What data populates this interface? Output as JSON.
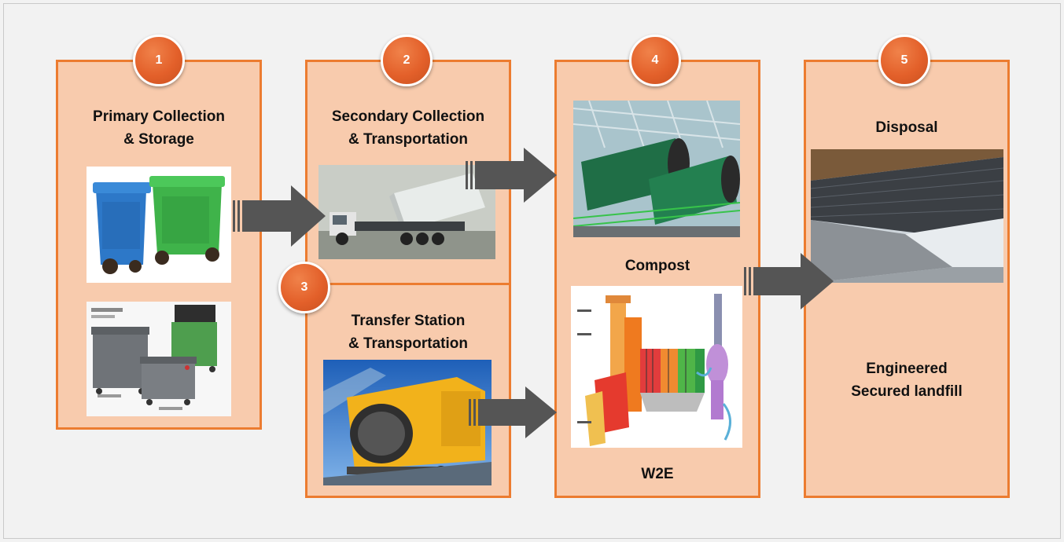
{
  "steps": [
    {
      "number": "1",
      "title_line1": "Primary Collection",
      "title_line2": "& Storage"
    },
    {
      "number": "2",
      "title_line1": "Secondary Collection",
      "title_line2": "& Transportation"
    },
    {
      "number": "3",
      "title_line1": "Transfer Station",
      "title_line2": "& Transportation"
    },
    {
      "number": "4",
      "label_compost": "Compost",
      "label_w2e": "W2E"
    },
    {
      "number": "5",
      "label_disposal": "Disposal",
      "label_landfill_line1": "Engineered",
      "label_landfill_line2": "Secured landfill"
    }
  ],
  "colors": {
    "panel_fill": "#f8cbad",
    "panel_border": "#ec7c30",
    "badge": "#e3602a",
    "arrow": "#555555"
  },
  "icons": [
    "bins-photo",
    "containers-photo",
    "hook-truck-photo",
    "compactor-truck-photo",
    "compost-plant-photo",
    "w2e-plant-diagram",
    "landfill-photo",
    "arrow-right-icon"
  ]
}
